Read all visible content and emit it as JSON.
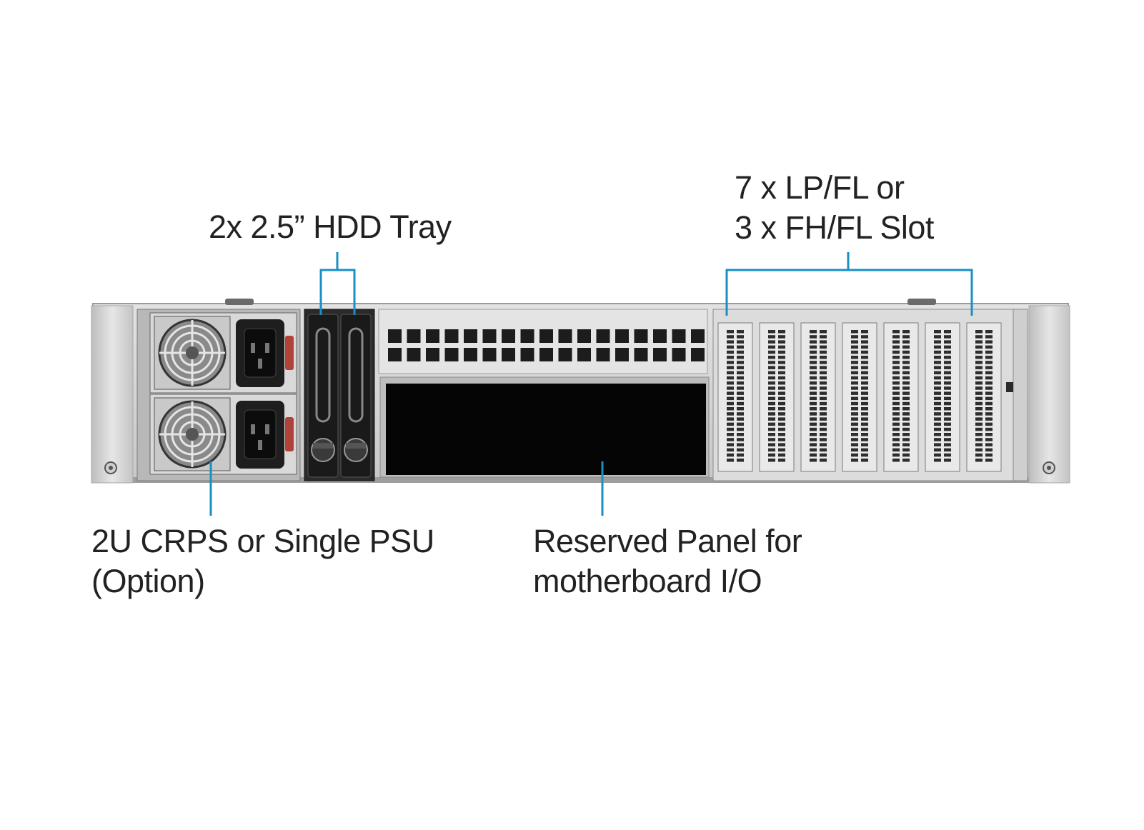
{
  "callouts": {
    "hdd_tray": {
      "lines": [
        "2x 2.5” HDD Tray"
      ]
    },
    "expansion_slots": {
      "lines": [
        "7 x LP/FL or",
        "3 x FH/FL Slot"
      ]
    },
    "psu": {
      "lines": [
        "2U CRPS or Single PSU",
        "(Option)"
      ]
    },
    "reserved_panel": {
      "lines": [
        "Reserved Panel for",
        "motherboard I/O"
      ]
    }
  },
  "colors": {
    "leader_line": "#1a8fc4",
    "chassis": "#d4d4d4",
    "text": "#222222"
  },
  "components": {
    "psu_count": 2,
    "hdd_tray_count": 2,
    "expansion_slot_count": 7
  }
}
